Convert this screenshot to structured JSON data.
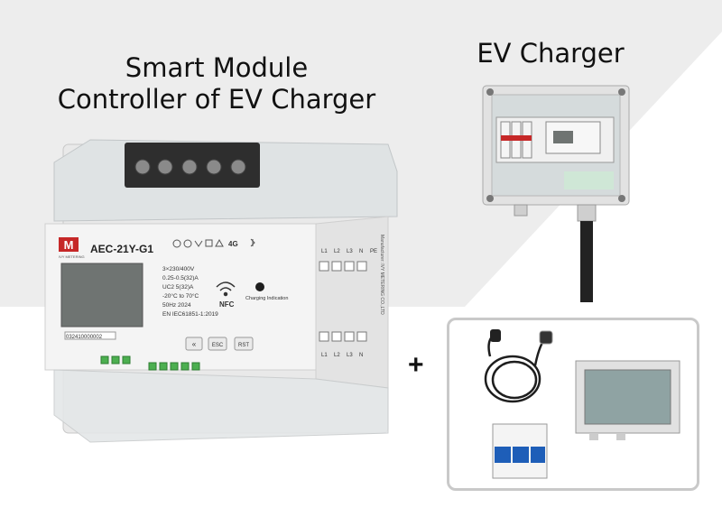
{
  "headings": {
    "module_title_line1": "Smart Module",
    "module_title_line2": "Controller of EV Charger",
    "charger_title": "EV Charger",
    "plus_sign": "+"
  },
  "module": {
    "brand_logo_letter": "M",
    "brand_name": "IVY METERING",
    "model": "AEC-21Y-G1",
    "spec_lines": [
      "3×230/400V",
      "0.25-0.5(32)A",
      "UC2   5(32)A",
      "-20°C to 70°C",
      "50Hz   2024",
      "EN IEC61851-1:2019"
    ],
    "nfc_label": "NFC",
    "charging_indicator_label": "Charging Indication",
    "network_label": "4G",
    "button_labels": [
      "«",
      "ESC",
      "RST"
    ],
    "serial_number": "032410000002",
    "terminal_labels_top": [
      "L1",
      "L2",
      "L3",
      "N",
      "PE"
    ],
    "terminal_labels_bottom": [
      "L1",
      "L2",
      "L3",
      "N"
    ],
    "side_manufacturer_text": "Manufacturer: IVY METERING CO.,LTD"
  },
  "colors": {
    "brand_red": "#c62828",
    "background_gray": "#ededed",
    "device_white": "#f2f2f2",
    "lcd_gray": "#6f7472",
    "terminal_green": "#4caf50"
  }
}
